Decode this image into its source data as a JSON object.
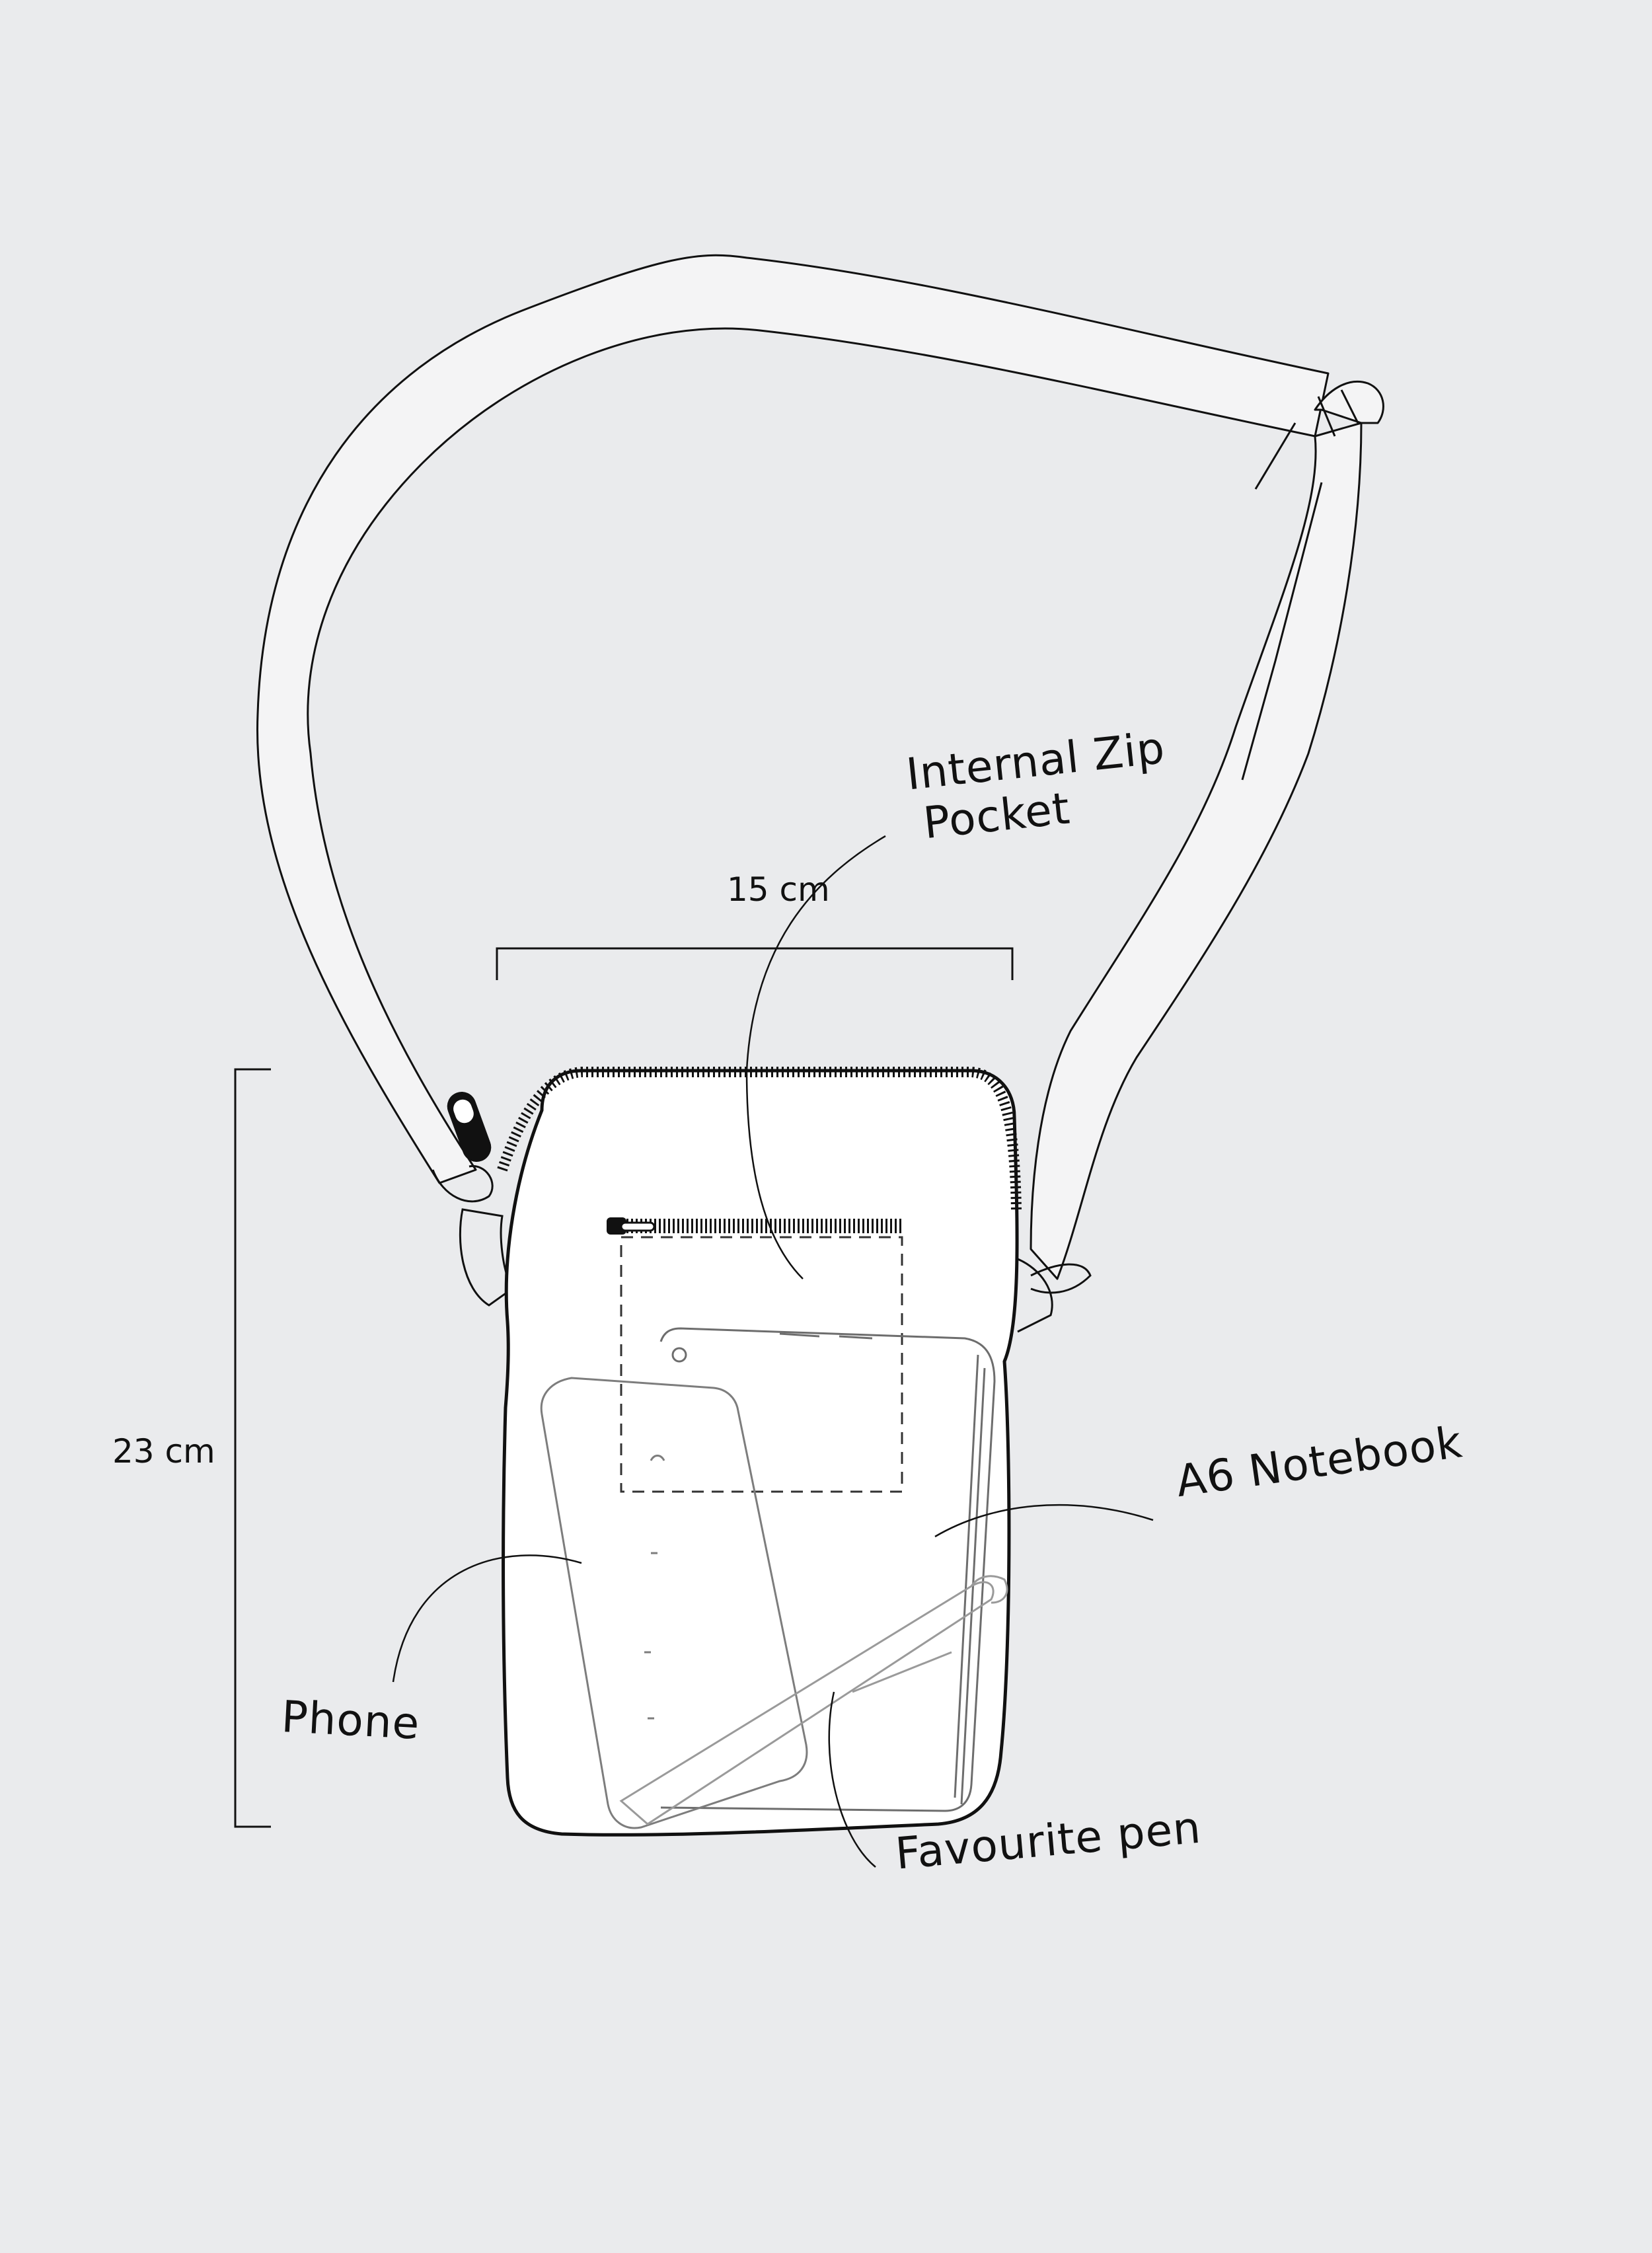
{
  "labels": {
    "internal_zip_pocket_line1": "Internal Zip",
    "internal_zip_pocket_line2": "Pocket",
    "width_dimension": "15 cm",
    "height_dimension": "23 cm",
    "a6_notebook": "A6 Notebook",
    "phone": "Phone",
    "favourite_pen": "Favourite pen"
  },
  "colors": {
    "background": "#eaebed",
    "line": "#111111",
    "bag_fill": "#ffffff",
    "item_line": "#8a8a8a"
  }
}
